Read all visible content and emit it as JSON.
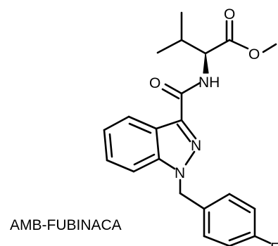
{
  "compound": {
    "name": "AMB-FUBINACA"
  },
  "atoms": {
    "carbonyl_o_top": "O",
    "ester_o": "O",
    "amide_o": "O",
    "amide_nh": "NH",
    "indazole_n2": "N",
    "indazole_n1": "N",
    "fluorine": "F"
  }
}
